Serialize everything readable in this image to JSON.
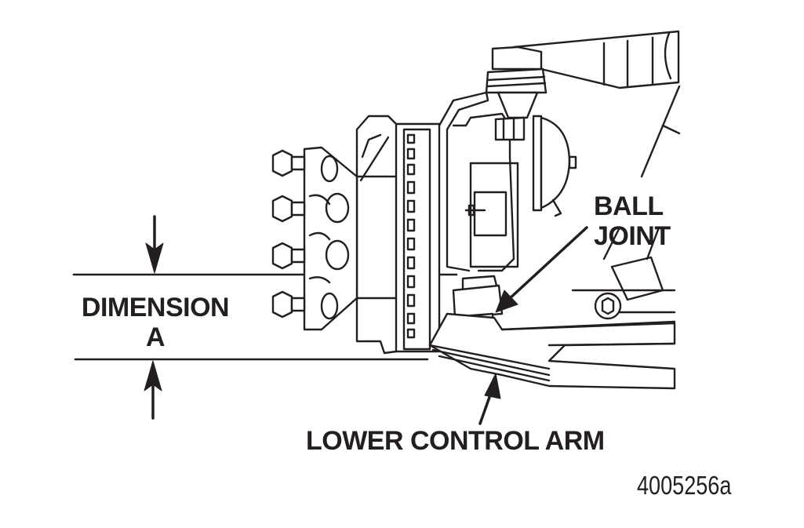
{
  "figure": {
    "subject": "front wheel end with disc brake, upper and lower control arms",
    "labels": {
      "dimension": [
        "DIMENSION",
        "A"
      ],
      "ball_joint": [
        "BALL",
        "JOINT"
      ],
      "lower_control_arm": "LOWER CONTROL ARM"
    },
    "figure_id": "4005256a",
    "colors": {
      "ink": "#231f20",
      "background": "#ffffff"
    }
  }
}
